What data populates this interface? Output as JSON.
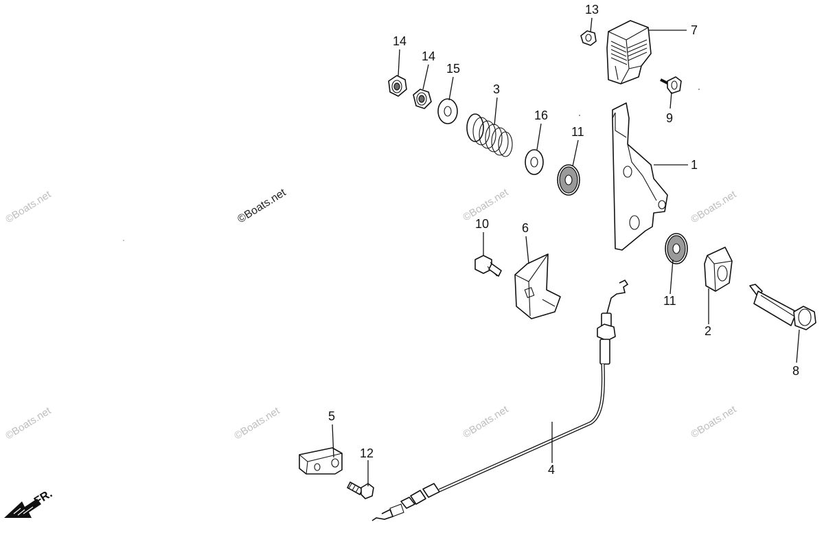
{
  "diagram": {
    "callouts": [
      {
        "id": "c1",
        "label": "1"
      },
      {
        "id": "c2",
        "label": "2"
      },
      {
        "id": "c3",
        "label": "3"
      },
      {
        "id": "c4",
        "label": "4"
      },
      {
        "id": "c5",
        "label": "5"
      },
      {
        "id": "c6",
        "label": "6"
      },
      {
        "id": "c7",
        "label": "7"
      },
      {
        "id": "c8",
        "label": "8"
      },
      {
        "id": "c9",
        "label": "9"
      },
      {
        "id": "c10",
        "label": "10"
      },
      {
        "id": "c11a",
        "label": "11"
      },
      {
        "id": "c11b",
        "label": "11"
      },
      {
        "id": "c12",
        "label": "12"
      },
      {
        "id": "c13",
        "label": "13"
      },
      {
        "id": "c14a",
        "label": "14"
      },
      {
        "id": "c14b",
        "label": "14"
      },
      {
        "id": "c15",
        "label": "15"
      },
      {
        "id": "c16",
        "label": "16"
      }
    ],
    "direction_label": "FR.",
    "watermark_main": "©Boats.net",
    "watermark_faint": "©Boats.net"
  }
}
